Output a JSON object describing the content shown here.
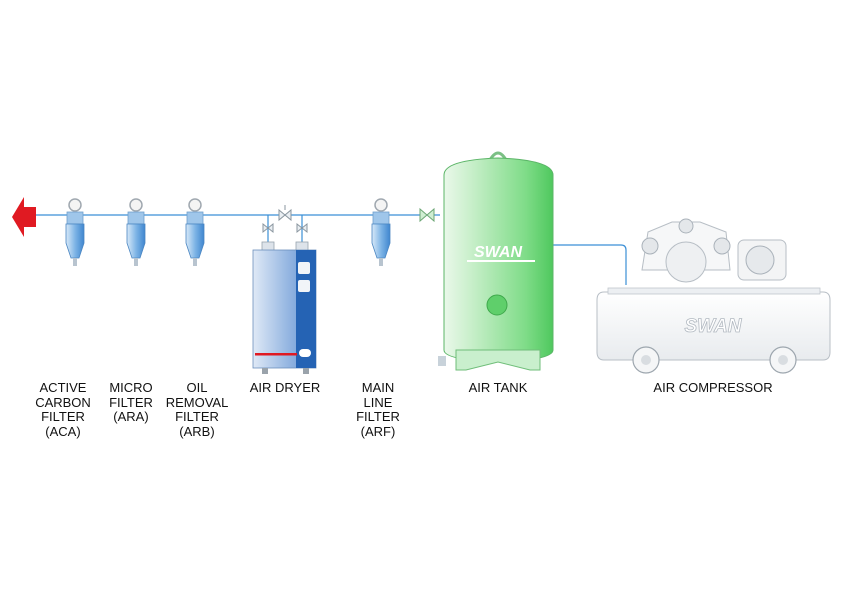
{
  "diagram": {
    "flow_arrow_icon": "red-left-arrow-icon",
    "colors": {
      "pipe": "#3b8fd6",
      "arrow": "#e01a22",
      "tank_green": "#79d983",
      "dryer_blue": "#2a6fc0",
      "filter_blue": "#5aa0dd"
    },
    "components": {
      "aca": {
        "lines": [
          "ACTIVE",
          "CARBON",
          "FILTER",
          "(ACA)"
        ]
      },
      "ara": {
        "lines": [
          "MICRO",
          "FILTER",
          "(ARA)"
        ]
      },
      "arb": {
        "lines": [
          "OIL",
          "REMOVAL",
          "FILTER",
          "(ARB)"
        ]
      },
      "dryer": {
        "lines": [
          "AIR DRYER"
        ]
      },
      "arf": {
        "lines": [
          "MAIN",
          "LINE",
          "FILTER",
          "(ARF)"
        ]
      },
      "tank": {
        "lines": [
          "AIR TANK"
        ],
        "brand": "SWAN"
      },
      "compressor": {
        "lines": [
          "AIR COMPRESSOR"
        ],
        "brand": "SWAN"
      }
    }
  }
}
